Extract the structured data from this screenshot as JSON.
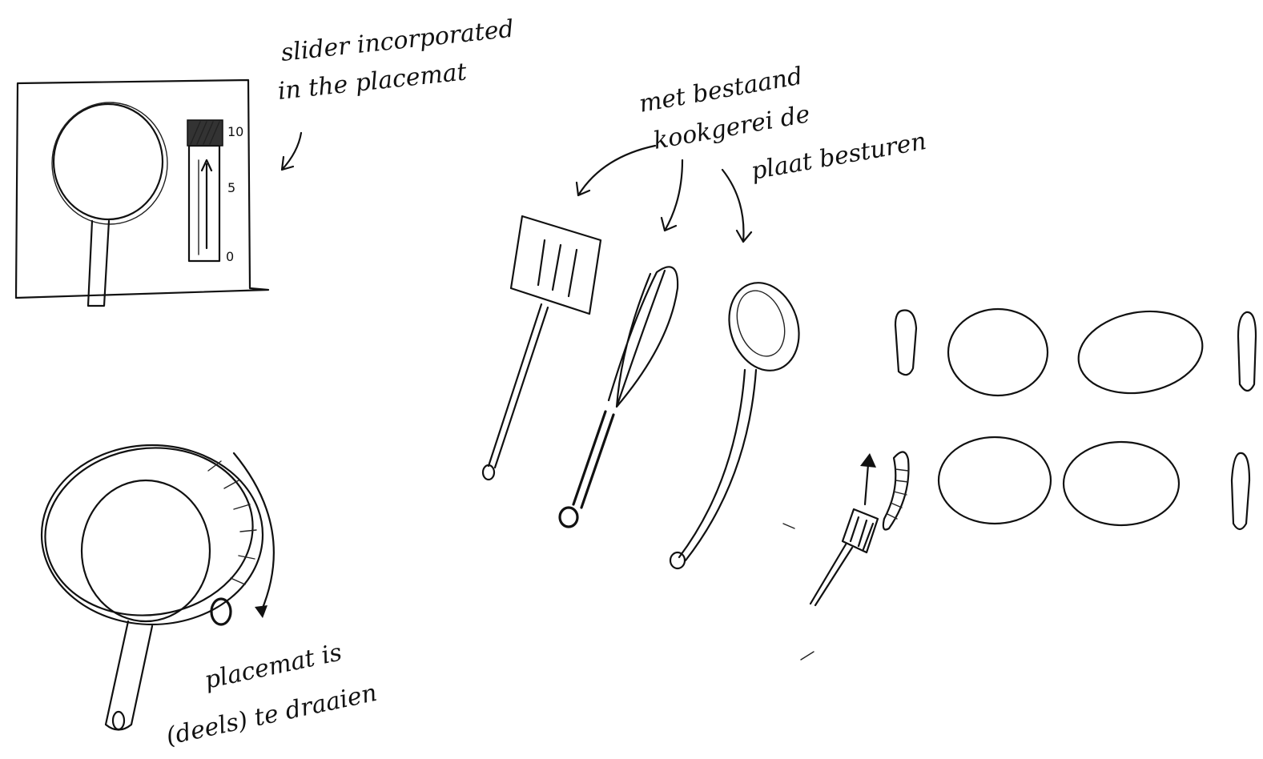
{
  "annotations": {
    "slider_note_line1": "slider incorporated",
    "slider_note_line2": "in the placemat",
    "utensil_note_line1": "met bestaand",
    "utensil_note_line2": "kookgerei de",
    "utensil_note_line3": "plaat besturen",
    "rotate_note_line1": "placemat is",
    "rotate_note_line2": "(deels) te draaien"
  },
  "slider_scale": {
    "top_label": "10",
    "mid_label": "5",
    "bottom_label": "0"
  },
  "colors": {
    "ink": "#111111",
    "paper": "#ffffff"
  }
}
